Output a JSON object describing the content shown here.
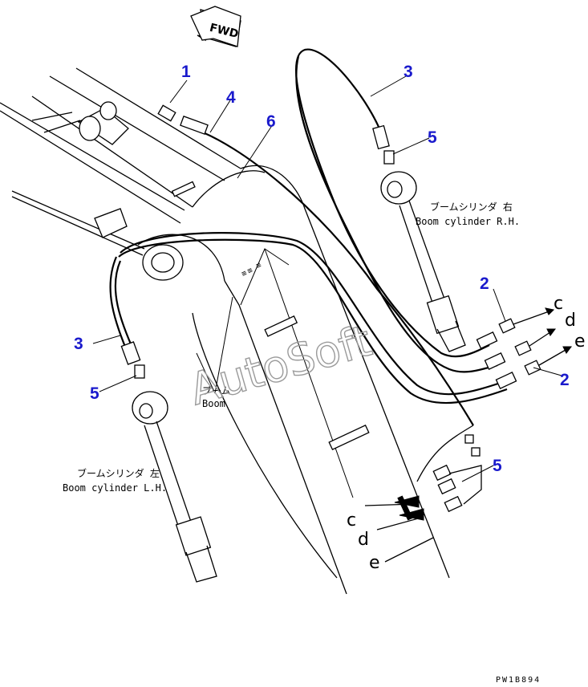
{
  "watermark": "AutoSoft",
  "fwd_label": "FWD",
  "drawing_code": "PW1B894",
  "callouts": [
    "1",
    "2",
    "2",
    "3",
    "3",
    "4",
    "5",
    "5",
    "5",
    "6"
  ],
  "ports": [
    "c",
    "d",
    "e"
  ],
  "labels": {
    "boom_jp": "ブーム",
    "boom_en": "Boom",
    "rh_jp": "ブームシリンダ 右",
    "rh_en": "Boom cylinder R.H.",
    "lh_jp": "ブームシリンダ 左",
    "lh_en": "Boom cylinder L.H."
  },
  "colors": {
    "callout": "#1a1acc",
    "line": "#000000",
    "watermark": "#9a9a9a"
  }
}
